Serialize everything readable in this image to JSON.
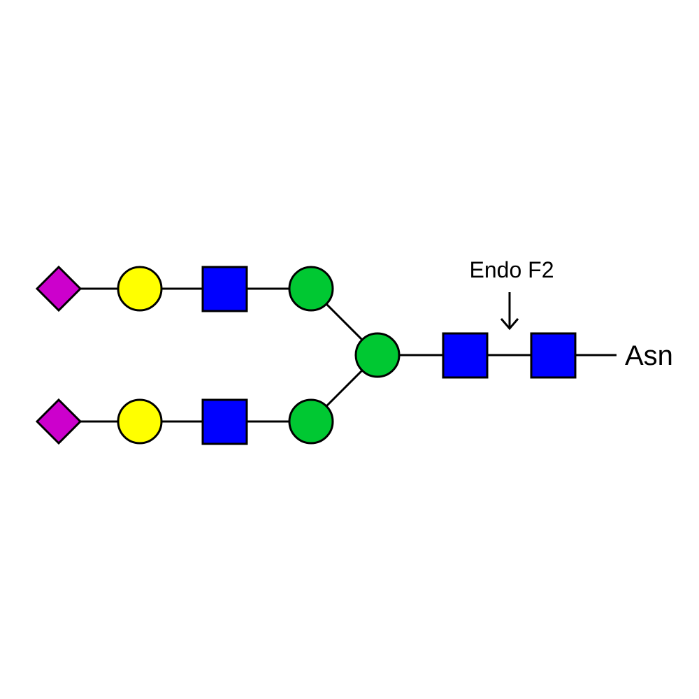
{
  "colors": {
    "background": "#ffffff",
    "line": "#000000",
    "sialic_acid": "#cc00cc",
    "galactose": "#ffff00",
    "glcnac": "#0000ff",
    "mannose": "#00c832"
  },
  "labels": {
    "enzyme": "Endo F2",
    "anchor": "Asn"
  },
  "glycan": {
    "upper_branch": [
      {
        "residue": "sialic-acid",
        "shape": "diamond"
      },
      {
        "residue": "galactose",
        "shape": "circle"
      },
      {
        "residue": "glcnac",
        "shape": "square"
      },
      {
        "residue": "mannose",
        "shape": "circle"
      }
    ],
    "lower_branch": [
      {
        "residue": "sialic-acid",
        "shape": "diamond"
      },
      {
        "residue": "galactose",
        "shape": "circle"
      },
      {
        "residue": "glcnac",
        "shape": "square"
      },
      {
        "residue": "mannose",
        "shape": "circle"
      }
    ],
    "core": [
      {
        "residue": "mannose",
        "shape": "circle"
      },
      {
        "residue": "glcnac",
        "shape": "square"
      },
      {
        "residue": "glcnac",
        "shape": "square"
      }
    ],
    "cleavage_site": "between-core-glcnac-residues"
  }
}
